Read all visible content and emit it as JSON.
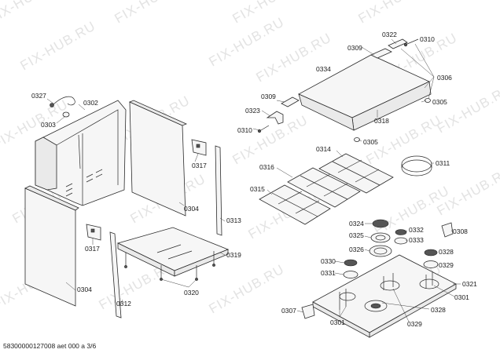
{
  "watermark": {
    "text": "FIX-HUB.RU",
    "color": "#e3e3e3"
  },
  "footer": {
    "code": "58300000127008 aet 000 a 3/6"
  },
  "callouts": {
    "c0327": "0327",
    "c0302": "0302",
    "c0303": "0303",
    "c0304a": "0304",
    "c0304b": "0304",
    "c0317a": "0317",
    "c0317b": "0317",
    "c0313": "0313",
    "c0312": "0312",
    "c0319": "0319",
    "c0320": "0320",
    "c0322": "0322",
    "c0310a": "0310",
    "c0309a": "0309",
    "c0334": "0334",
    "c0306": "0306",
    "c0309b": "0309",
    "c0323": "0323",
    "c0310b": "0310",
    "c0305a": "0305",
    "c0305b": "0305",
    "c0318": "0318",
    "c0314": "0314",
    "c0316": "0316",
    "c0315": "0315",
    "c0311": "0311",
    "c0324": "0324",
    "c0332": "0332",
    "c0325": "0325",
    "c0333": "0333",
    "c0308": "0308",
    "c0326": "0326",
    "c0328a": "0328",
    "c0330": "0330",
    "c0329a": "0329",
    "c0331": "0331",
    "c0321": "0321",
    "c0301a": "0301",
    "c0307": "0307",
    "c0328b": "0328",
    "c0301b": "0301",
    "c0329b": "0329"
  }
}
